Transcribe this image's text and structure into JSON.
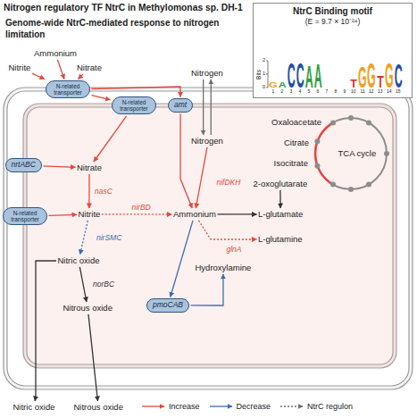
{
  "diagram": {
    "title": "Nitrogen regulatory TF NtrC in Methylomonas sp. DH-1",
    "nodes": [
      {
        "text": [
          "NtrC Binding motif",
          "(E = 9.7 × 10⁻²⁴)"
        ]
      },
      {
        "text": [
          "Ammonium"
        ]
      },
      {
        "text": [
          "Nitrite"
        ]
      },
      {
        "text": [
          "Nitrate"
        ]
      },
      {
        "text": [
          "Nitrogen"
        ]
      },
      {
        "text": [
          "N-related transporter"
        ]
      },
      {
        "text": [
          "N-related transporter"
        ]
      },
      {
        "text": [
          "amt"
        ]
      },
      {
        "text": [
          "Oxaloacetate"
        ]
      },
      {
        "text": [
          "Nitrogen"
        ]
      },
      {
        "text": [
          "TCA cycle"
        ]
      },
      {
        "text": [
          "Citrate"
        ]
      },
      {
        "text": [
          "nrtABC"
        ]
      },
      {
        "text": [
          "Nitrate"
        ]
      },
      {
        "text": [
          "Isocitrate"
        ]
      },
      {
        "text": [
          "2-oxoglutarate"
        ]
      },
      {
        "text": [
          "N-related transporter"
        ]
      },
      {
        "text": [
          "Nitrite"
        ]
      },
      {
        "text": [
          "Ammonium"
        ]
      },
      {
        "text": [
          "L-glutamate"
        ]
      },
      {
        "text": [
          "L-glutamine"
        ]
      },
      {
        "text": [
          "Hydroxylamine"
        ]
      },
      {
        "text": [
          "Nitric oxide"
        ]
      },
      {
        "text": [
          "pmoCAB"
        ]
      },
      {
        "text": [
          "Nitrous oxide"
        ]
      },
      {
        "text": [
          "Nitric oxide"
        ]
      },
      {
        "text": [
          "Nitrous oxide"
        ]
      }
    ],
    "edges": [
      {
        "from": 1,
        "to": 5,
        "arrow": "to"
      },
      {
        "from": 2,
        "to": 5,
        "arrow": "to"
      },
      {
        "from": 3,
        "to": 5,
        "arrow": "to"
      },
      {
        "from": 5,
        "to": 6,
        "arrow": "to"
      },
      {
        "from": 5,
        "to": 7,
        "arrow": "to"
      },
      {
        "from": 6,
        "to": 13,
        "arrow": "to"
      },
      {
        "from": 7,
        "to": 18,
        "arrow": "to"
      },
      {
        "from": 4,
        "to": 9,
        "arrow": "to"
      },
      {
        "from": 9,
        "to": 4,
        "arrow": "to"
      },
      {
        "from": 9,
        "to": 18,
        "label": "nifDKH",
        "arrow": "to"
      },
      {
        "from": 12,
        "to": 13,
        "arrow": "to"
      },
      {
        "from": 16,
        "to": 17,
        "arrow": "to"
      },
      {
        "from": 13,
        "to": 17,
        "label": "nasC",
        "arrow": "to"
      },
      {
        "from": 17,
        "to": 18,
        "label": "nirBD",
        "arrow": "to"
      },
      {
        "from": 17,
        "to": 22,
        "label": "nirSMC",
        "arrow": "to"
      },
      {
        "from": 22,
        "to": 24,
        "label": "norBC",
        "arrow": "to"
      },
      {
        "from": 22,
        "to": 25,
        "arrow": "to"
      },
      {
        "from": 24,
        "to": 26,
        "arrow": "to"
      },
      {
        "from": 18,
        "to": 23,
        "arrow": "to"
      },
      {
        "from": 23,
        "to": 21,
        "arrow": "to"
      },
      {
        "from": 18,
        "to": 19,
        "arrow": "to"
      },
      {
        "from": 15,
        "to": 19,
        "arrow": "to"
      },
      {
        "from": 18,
        "to": 20,
        "label": "glnA",
        "arrow": "to"
      }
    ],
    "labels": [
      "Genome-wide NtrC-mediated response to nitrogen limitation",
      "Bits",
      "2",
      "1",
      "0",
      "G",
      "A",
      "C",
      "C",
      "A",
      "A",
      "T",
      "G",
      "G",
      "T",
      "G",
      "C",
      "1",
      "2",
      "3",
      "4",
      "5",
      "6",
      "7",
      "8",
      "9",
      "10",
      "11",
      "12",
      "13",
      "14",
      "15"
    ],
    "legend": [
      {
        "text": "Increase"
      },
      {
        "text": "Decrease"
      },
      {
        "text": "NtrC regulon"
      }
    ]
  }
}
